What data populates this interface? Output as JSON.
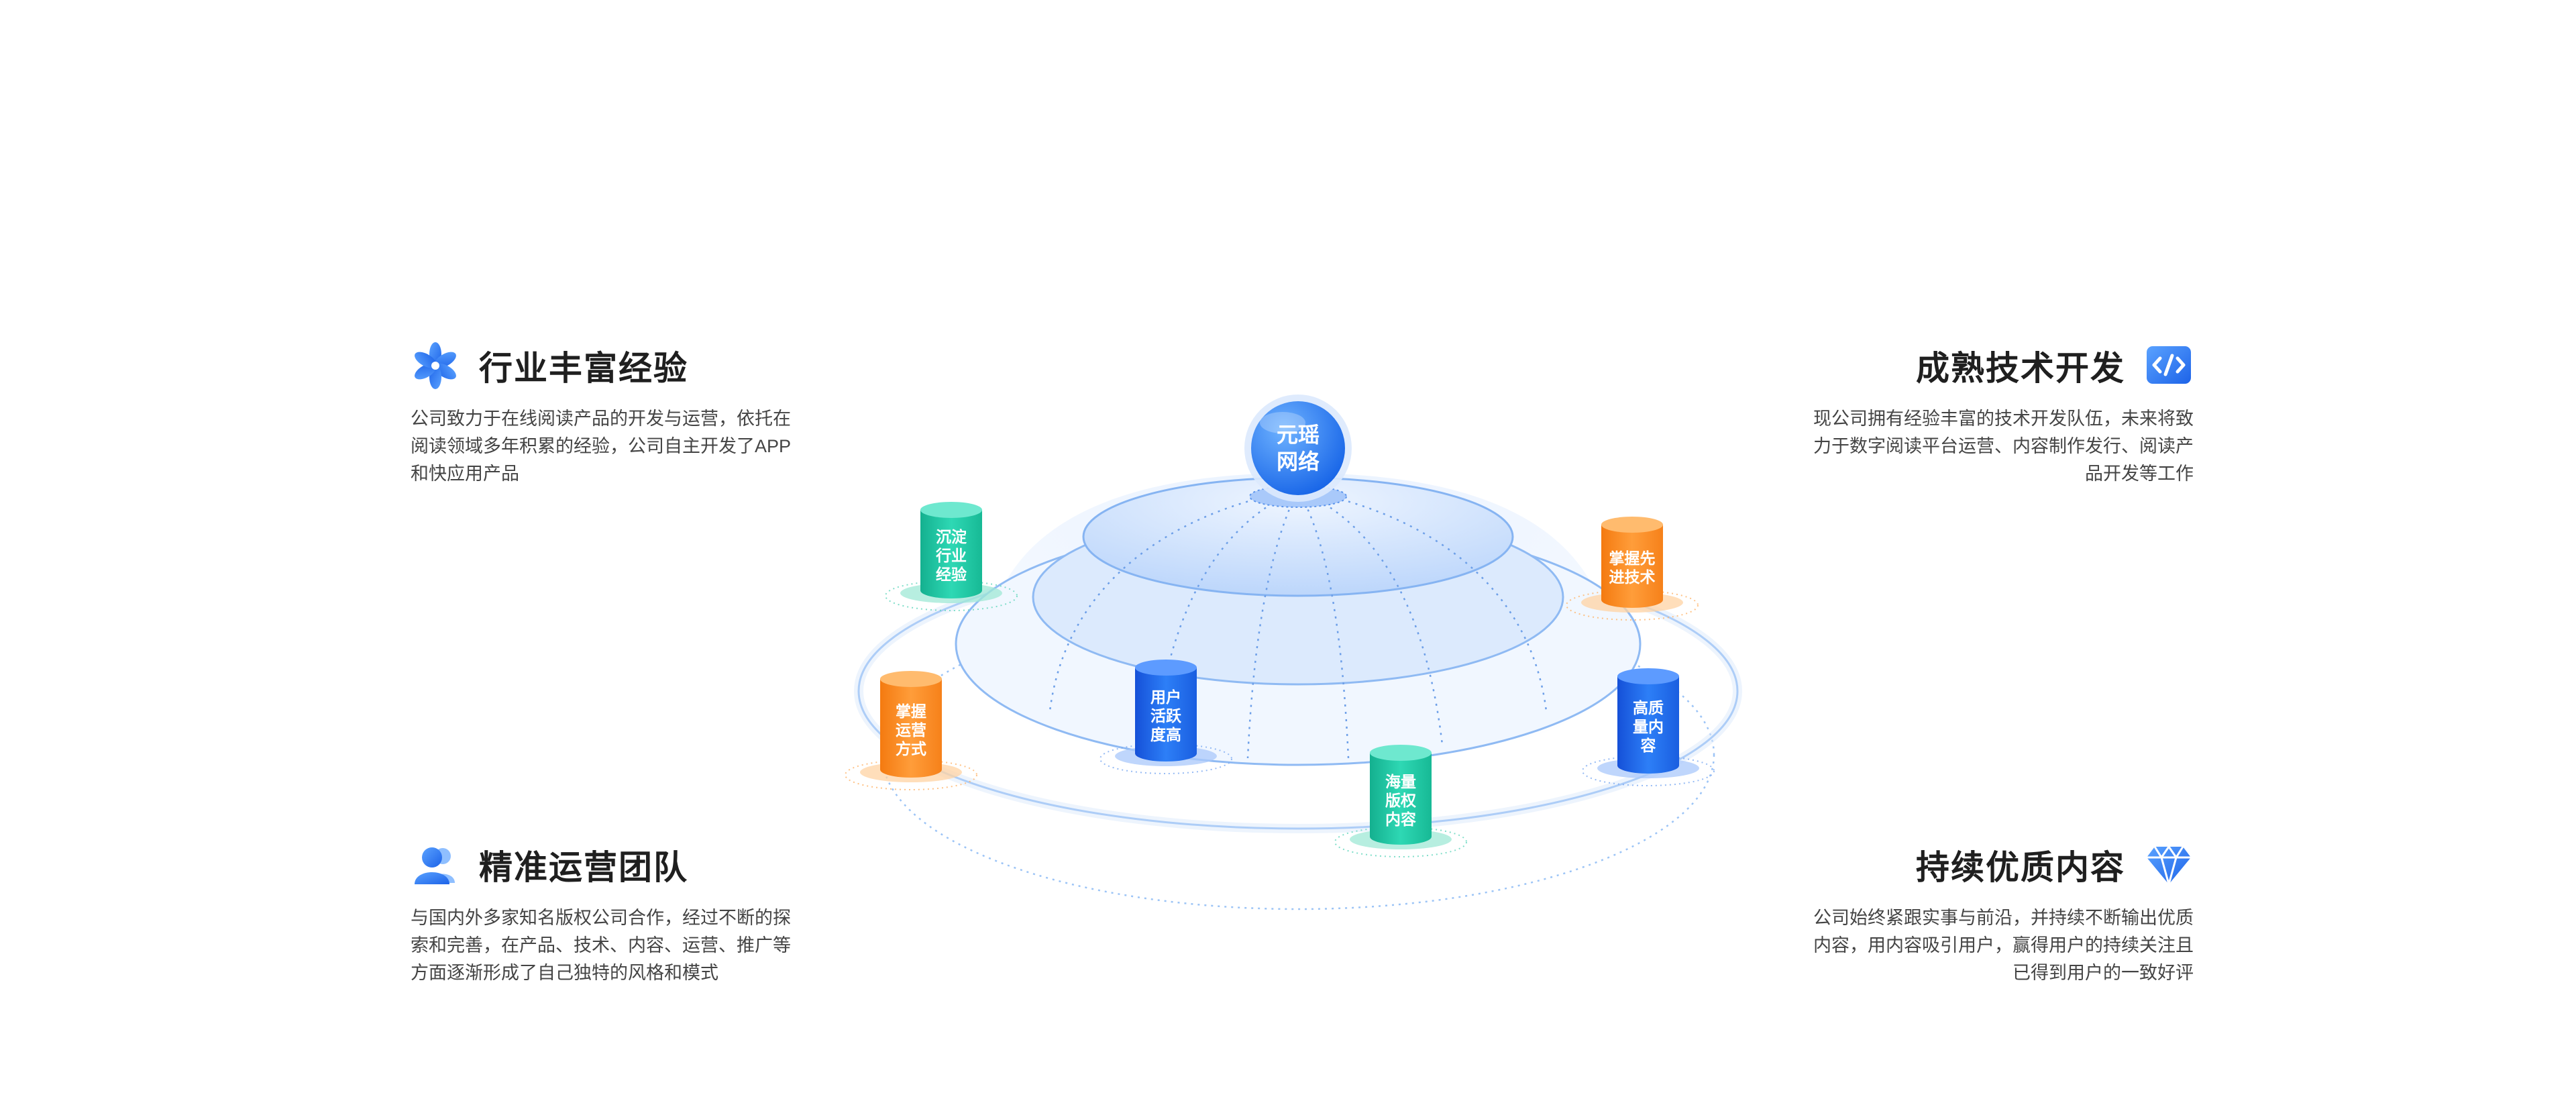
{
  "center": {
    "label_line1": "元瑶",
    "label_line2": "网络"
  },
  "features": [
    {
      "title": "行业丰富经验",
      "icon": "flower-icon",
      "desc_lines": [
        "公司致力于在线阅读产品的开发与运营，依托在",
        "阅读领域多年积累的经验，公司自主开发了APP",
        "和快应用产品"
      ]
    },
    {
      "title": "成熟技术开发",
      "icon": "code-icon",
      "desc_lines": [
        "现公司拥有经验丰富的技术开发队伍，未来将致",
        "力于数字阅读平台运营、内容制作发行、阅读产",
        "品开发等工作"
      ]
    },
    {
      "title": "精准运营团队",
      "icon": "team-icon",
      "desc_lines": [
        "与国内外多家知名版权公司合作，经过不断的探",
        "索和完善，在产品、技术、内容、运营、推广等",
        "方面逐渐形成了自己独特的风格和模式"
      ]
    },
    {
      "title": "持续优质内容",
      "icon": "diamond-icon",
      "desc_lines": [
        "公司始终紧跟实事与前沿，并持续不断输出优质",
        "内容，用内容吸引用户，赢得用户的持续关注且",
        "已得到用户的一致好评"
      ]
    }
  ],
  "cylinders": [
    {
      "lines": [
        "沉淀",
        "行业",
        "经验"
      ],
      "color": "green"
    },
    {
      "lines": [
        "掌握先",
        "进技术"
      ],
      "color": "orange"
    },
    {
      "lines": [
        "掌握",
        "运营",
        "方式"
      ],
      "color": "orange"
    },
    {
      "lines": [
        "用户",
        "活跃",
        "度高"
      ],
      "color": "blue"
    },
    {
      "lines": [
        "海量",
        "版权",
        "内容"
      ],
      "color": "green"
    },
    {
      "lines": [
        "高质",
        "量内",
        "容"
      ],
      "color": "blue"
    }
  ],
  "colors": {
    "blue": "#1e6ff1",
    "green": "#1fc8a6",
    "orange": "#ff8a1f",
    "accent": "#2d7bf4"
  }
}
